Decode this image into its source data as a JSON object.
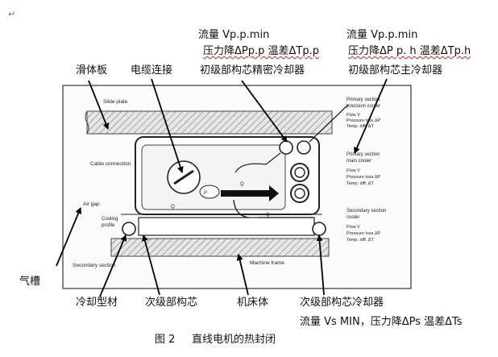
{
  "paragraph_mark": "↵",
  "top_labels": {
    "flow_left": "流量 Vp.p.min",
    "flow_right": "流量 Vp.p.min",
    "pressure_left": "压力降ΔPp.p 温差ΔTp.p",
    "pressure_right": "压力降ΔP p. h 温差ΔTp.h",
    "slide_plate": "滑体板",
    "cable_connection": "电缆连接",
    "primary_precision_cooler": "初级部构芯精密冷却器",
    "primary_main_cooler": "初级部构芯主冷却器"
  },
  "side_labels": {
    "air_gap": "气槽"
  },
  "bottom_labels": {
    "cooling_profile": "冷却型材",
    "secondary_section": "次级部构芯",
    "machine_frame": "机床体",
    "secondary_cooler": "次级部构芯冷却器",
    "secondary_flow": "流量 Vs MIN，压力降ΔPs 温差ΔTs"
  },
  "caption": {
    "number": "图 2",
    "title": "直线电机的热封闭"
  },
  "figure_text": {
    "slide_plate": "Slide plate",
    "cable_connection": "Cable connection",
    "primary_precision_1": "Primary section",
    "primary_precision_2": "precision cooler",
    "primary_precision_3": "Flow V",
    "primary_precision_4": "Pressure loss ΔP",
    "primary_precision_5": "Temp. diff. ΔT",
    "primary_main_1": "Primary section",
    "primary_main_2": "main cooler",
    "primary_main_3": "Flow V",
    "primary_main_4": "Pressure loss ΔP",
    "primary_main_5": "Temp. diff. ΔT",
    "secondary_1": "Secondary section",
    "secondary_2": "cooler",
    "secondary_3": "Flow V",
    "secondary_4": "Pressure loss ΔP",
    "secondary_5": "Temp. diff. ΔT",
    "air_gap": "Air gap",
    "cooling_profile_1": "Cooling",
    "cooling_profile_2": "profile",
    "secondary_section": "Secondary section",
    "machine_frame": "Machine frame",
    "p_loss": "P",
    "q_primary": "Q",
    "q_primary_main": "Q",
    "q_secondary": "Q"
  }
}
